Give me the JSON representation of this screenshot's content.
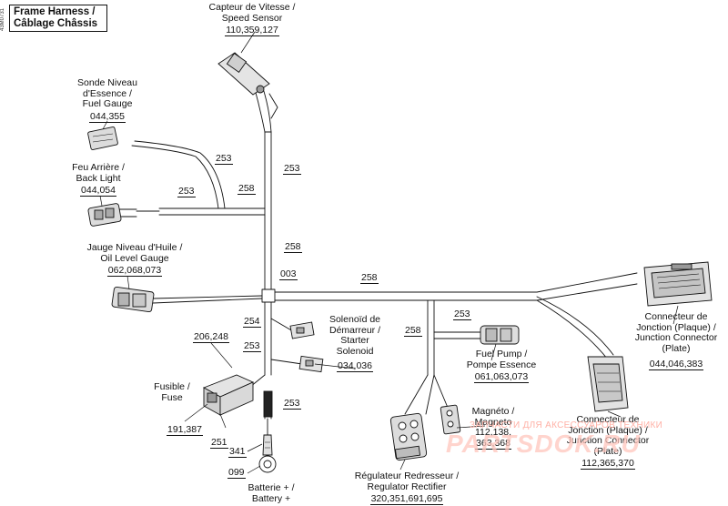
{
  "title": {
    "line1": "Frame Harness /",
    "line2": "Câblage Châssis"
  },
  "doc_id": "43M0731",
  "components": {
    "speed_sensor": {
      "line1": "Capteur de Vitesse /",
      "line2": "Speed Sensor",
      "part": "110,359,127"
    },
    "fuel_gauge": {
      "line1": "Sonde Niveau",
      "line2": "d'Essence /",
      "line3": "Fuel Gauge",
      "part": "044,355"
    },
    "back_light": {
      "line1": "Feu Arrière /",
      "line2": "Back Light",
      "part": "044,054"
    },
    "oil_gauge": {
      "line1": "Jauge Niveau d'Huile /",
      "line2": "Oil Level Gauge",
      "part": "062,068,073"
    },
    "solenoid": {
      "line1": "Solenoïd de",
      "line2": "Démarreur /",
      "line3": "Starter",
      "line4": "Solenoid",
      "part": "034,036"
    },
    "fuse": {
      "line1": "Fusible /",
      "line2": "Fuse",
      "part_top": "206,248",
      "part_bottom": "191,387",
      "part_side": "251"
    },
    "battery": {
      "line1": "Batterie + /",
      "line2": "Battery +",
      "part_ring": "341",
      "part_terminal": "099"
    },
    "regulator": {
      "line1": "Régulateur Redresseur /",
      "line2": "Regulator Rectifier",
      "part": "320,351,691,695"
    },
    "magneto": {
      "line1": "Magnéto /",
      "line2": "Magneto",
      "part_a": "112,138,",
      "part_b": "363,368"
    },
    "fuel_pump": {
      "line1": "Fuel Pump /",
      "line2": "Pompe Essence",
      "part": "061,063,073"
    },
    "junction_plate_right": {
      "line1": "Connecteur de",
      "line2": "Jonction (Plaque) /",
      "line3": "Junction Connector",
      "line4": "(Plate)",
      "part": "044,046,383"
    },
    "junction_plate_bottom": {
      "line1": "Connecteur de",
      "line2": "Jonction (Plaque) /",
      "line3": "Junction Connector",
      "line4": "(Plate)",
      "part": "112,365,370"
    }
  },
  "wire_numbers": {
    "w253_top": "253",
    "w253_fuel": "253",
    "w253_left": "253",
    "w258_left": "258",
    "w258_mid": "258",
    "w003": "003",
    "w258_main": "258",
    "w253_pump": "253",
    "w258_down": "258",
    "w254": "254",
    "w253_sol": "253",
    "w253_fuse": "253"
  },
  "watermark": {
    "line1": "ЗАПЧАСТИ ДЛЯ АКСЕССУАРОВ ТЕХНИКИ",
    "line2": "PARTSDOK.RU"
  }
}
